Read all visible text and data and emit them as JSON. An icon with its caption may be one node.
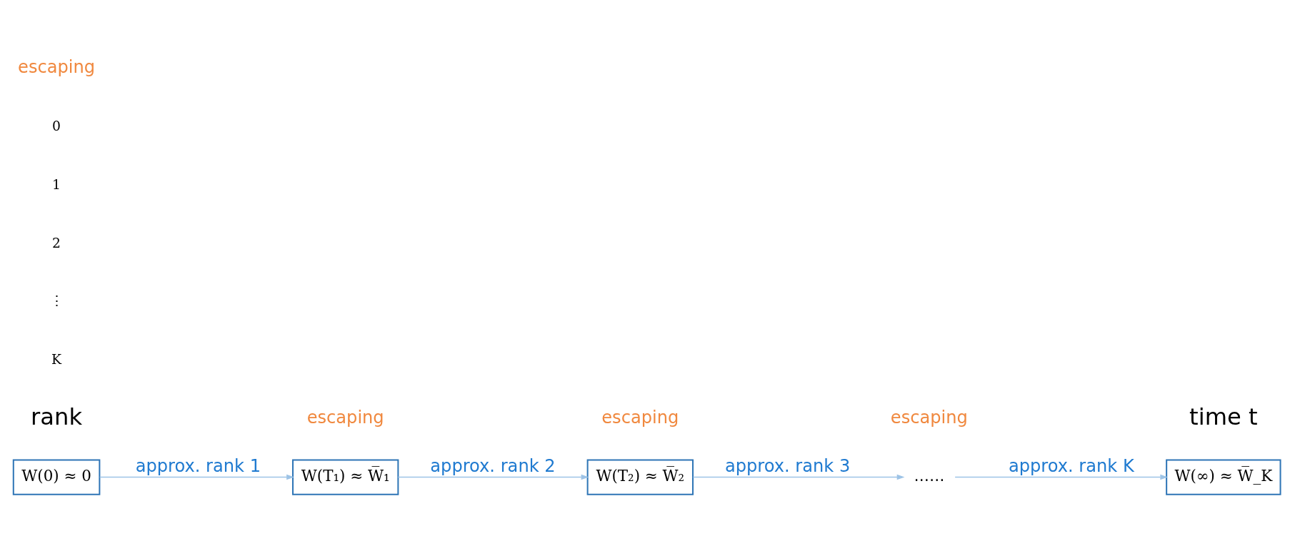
{
  "diagram": {
    "nodes": [
      {
        "text": [
          "W(0) ≈ 0"
        ]
      },
      {
        "text": [
          "W(T₁) ≈ W̅₁"
        ]
      },
      {
        "text": [
          "W(T₂) ≈ W̅₂"
        ]
      },
      {
        "text": [
          "……"
        ]
      },
      {
        "text": [
          "W(∞) ≈ W̅_K"
        ]
      }
    ],
    "edges": [
      {
        "from": 0,
        "to": 1,
        "arrow": "to",
        "label": "approx. rank 1"
      },
      {
        "from": 1,
        "to": 2,
        "arrow": "to",
        "label": "approx. rank 2"
      },
      {
        "from": 2,
        "to": 3,
        "arrow": "to",
        "label": "approx. rank 3"
      },
      {
        "from": 3,
        "to": 4,
        "arrow": "to",
        "label": "approx. rank K"
      }
    ],
    "labels": [
      "rank",
      "K",
      "⋮",
      "2",
      "1",
      "0",
      "escaping",
      "escaping",
      "escaping",
      "escaping",
      "time t"
    ]
  }
}
